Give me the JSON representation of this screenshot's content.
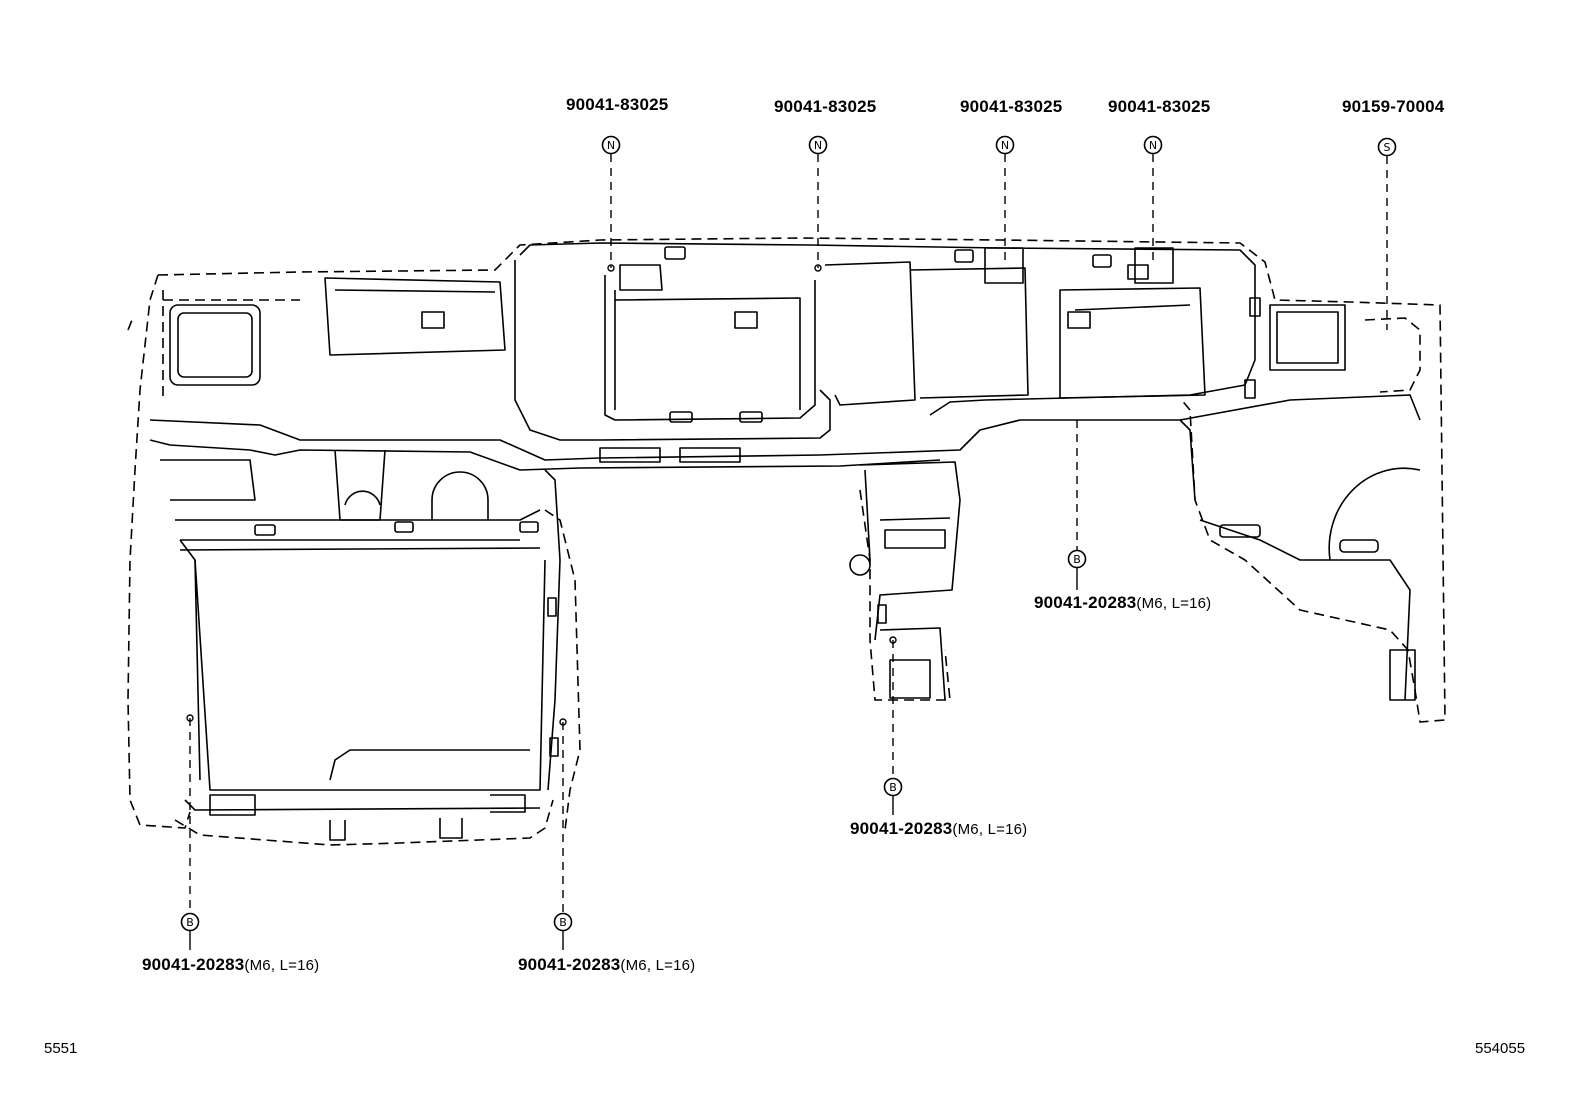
{
  "figure_id": "554055",
  "page_ref": "5551",
  "callouts": [
    {
      "part_number": "90041-83025",
      "spec": "",
      "symbol": "N"
    },
    {
      "part_number": "90041-83025",
      "spec": "",
      "symbol": "N"
    },
    {
      "part_number": "90041-83025",
      "spec": "",
      "symbol": "N"
    },
    {
      "part_number": "90041-83025",
      "spec": "",
      "symbol": "N"
    },
    {
      "part_number": "90159-70004",
      "spec": "",
      "symbol": "S"
    },
    {
      "part_number": "90041-20283",
      "spec": "(M6, L=16)",
      "symbol": "B"
    },
    {
      "part_number": "90041-20283",
      "spec": "(M6, L=16)",
      "symbol": "B"
    },
    {
      "part_number": "90041-20283",
      "spec": "(M6, L=16)",
      "symbol": "B"
    },
    {
      "part_number": "90041-20283",
      "spec": "(M6, L=16)",
      "symbol": "B"
    }
  ]
}
